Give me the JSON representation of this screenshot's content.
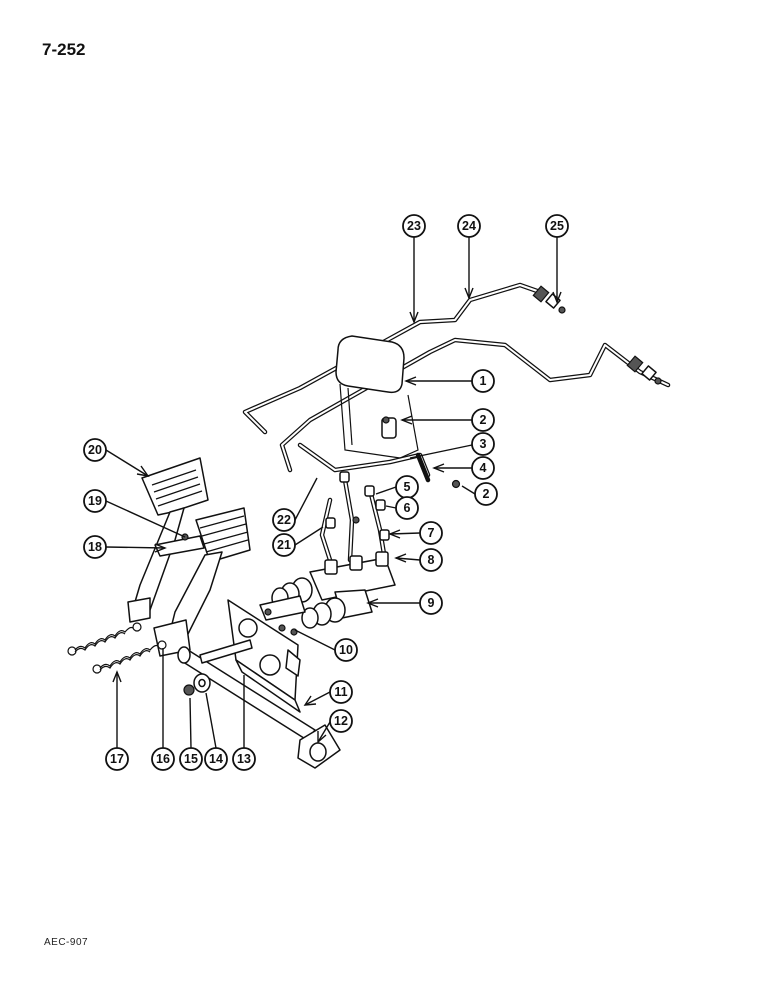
{
  "header": {
    "page_number": "7-252"
  },
  "footer": {
    "code": "AEC-907"
  },
  "callouts": [
    {
      "id": "c1",
      "label": "1"
    },
    {
      "id": "c2a",
      "label": "2"
    },
    {
      "id": "c3",
      "label": "3"
    },
    {
      "id": "c4",
      "label": "4"
    },
    {
      "id": "c2b",
      "label": "2"
    },
    {
      "id": "c5",
      "label": "5"
    },
    {
      "id": "c6",
      "label": "6"
    },
    {
      "id": "c7",
      "label": "7"
    },
    {
      "id": "c8",
      "label": "8"
    },
    {
      "id": "c9",
      "label": "9"
    },
    {
      "id": "c10",
      "label": "10"
    },
    {
      "id": "c11",
      "label": "11"
    },
    {
      "id": "c12",
      "label": "12"
    },
    {
      "id": "c13",
      "label": "13"
    },
    {
      "id": "c14",
      "label": "14"
    },
    {
      "id": "c15",
      "label": "15"
    },
    {
      "id": "c16",
      "label": "16"
    },
    {
      "id": "c17",
      "label": "17"
    },
    {
      "id": "c18",
      "label": "18"
    },
    {
      "id": "c19",
      "label": "19"
    },
    {
      "id": "c20",
      "label": "20"
    },
    {
      "id": "c21",
      "label": "21"
    },
    {
      "id": "c22",
      "label": "22"
    },
    {
      "id": "c23",
      "label": "23"
    },
    {
      "id": "c24",
      "label": "24"
    },
    {
      "id": "c25",
      "label": "25"
    }
  ]
}
